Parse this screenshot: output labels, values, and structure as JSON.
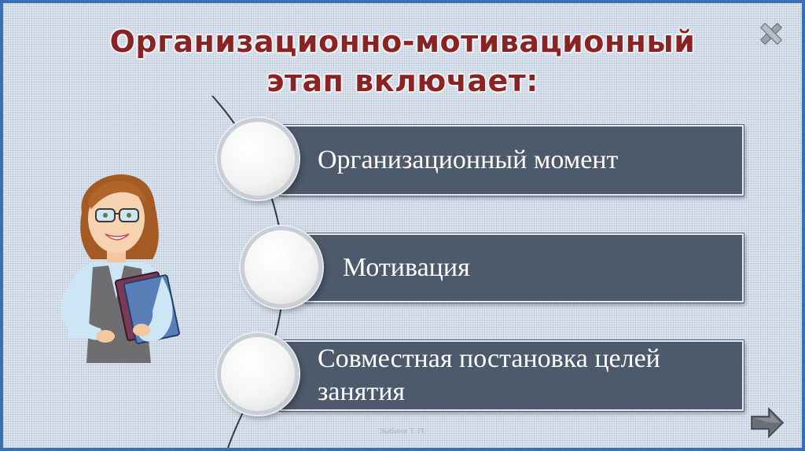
{
  "slide": {
    "title_line1": "Организационно-мотивационный",
    "title_line2": "этап включает:",
    "items": [
      {
        "label": "Организационный момент"
      },
      {
        "label": "Мотивация"
      },
      {
        "label": "Совместная постановка целей занятия"
      }
    ],
    "footer": "Зыбина Т. П."
  },
  "icons": {
    "close": "close-icon",
    "next": "arrow-right-icon"
  },
  "colors": {
    "title": "#8a2424",
    "item_bg": "#4d5a6c",
    "frame": "#3b6fb0"
  }
}
